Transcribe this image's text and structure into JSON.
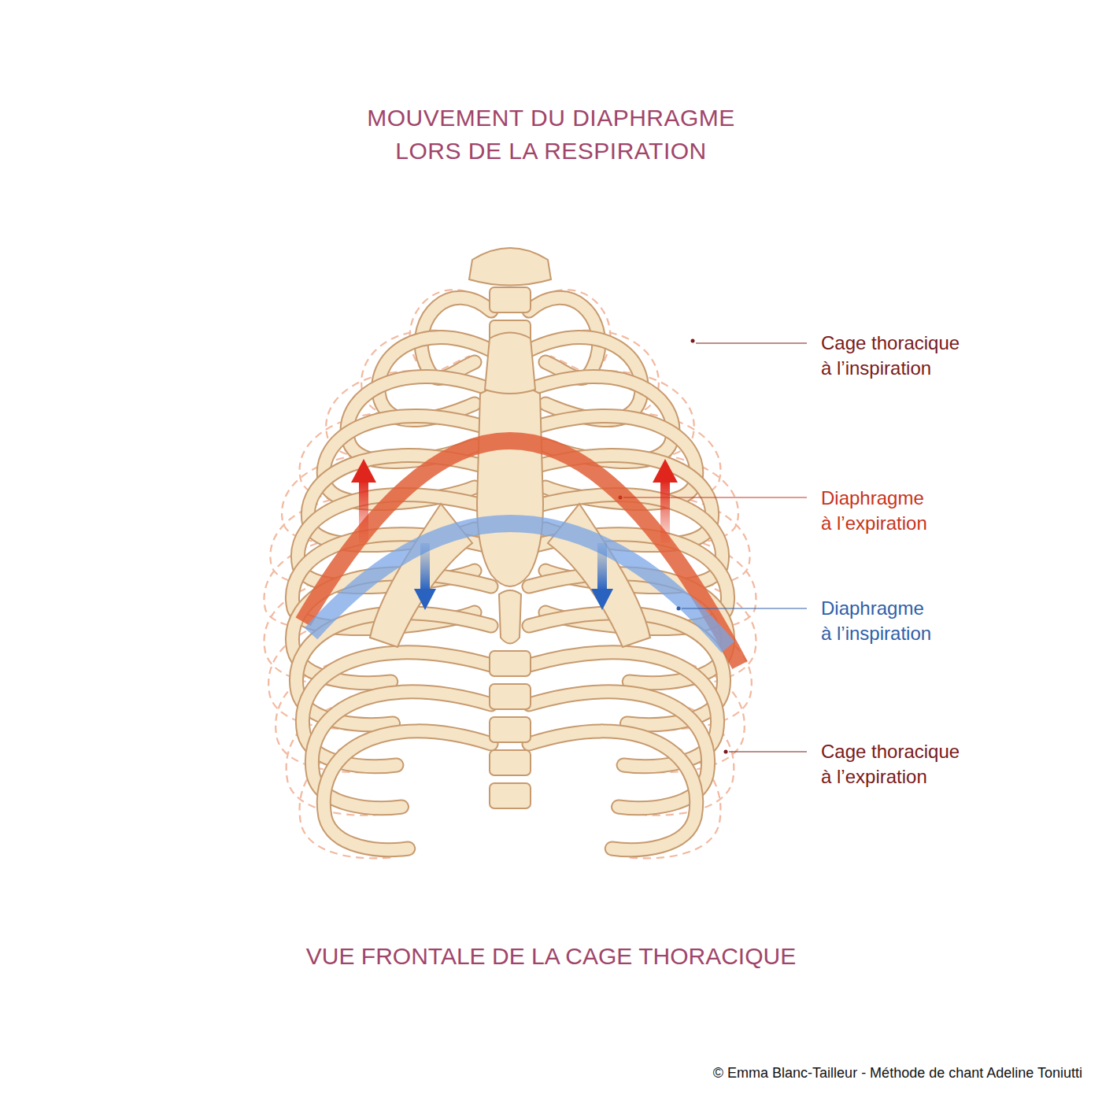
{
  "diagram": {
    "title": "MOUVEMENT DU DIAPHRAGME LORS DE LA RESPIRATION",
    "caption": "VUE FRONTALE DE LA CAGE THORACIQUE",
    "labels": [
      "Cage thoracique à l’inspiration",
      "Diaphragme à l’expiration",
      "Diaphragme à l’inspiration",
      "Cage thoracique à l’expiration",
      "© Emma Blanc-Tailleur - Méthode de chant Adeline Toniutti"
    ]
  }
}
